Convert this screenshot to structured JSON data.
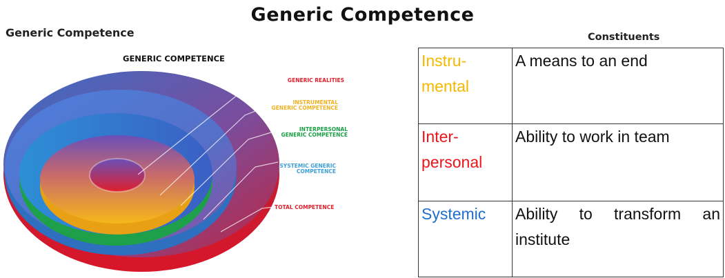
{
  "main_title": "Generic Competence",
  "left_title": "Generic Competence",
  "right_title": "Constituents",
  "diagram": {
    "caption": "GENERIC COMPETENCE",
    "labels": [
      {
        "id": "generic-realities",
        "text": "GENERIC REALITIES",
        "color": "#e0202a"
      },
      {
        "id": "instrumental",
        "text": "INSTRUMENTAL GENERIC COMPETENCE",
        "color": "#f0b21e"
      },
      {
        "id": "interpersonal",
        "text": "INTERPERSONAL GENERIC COMPETENCE",
        "color": "#1a9e45"
      },
      {
        "id": "systemic",
        "text": "SYSTEMIC GENERIC COMPETENCE",
        "color": "#3b9fd6"
      },
      {
        "id": "total",
        "text": "TOTAL COMPETENCE",
        "color": "#e0202a"
      }
    ]
  },
  "table": {
    "rows": [
      {
        "term": "Instru-mental",
        "term_line1": "Instru-",
        "term_line2": "mental",
        "color": "#f5b800",
        "description": "A means to an end"
      },
      {
        "term": "Inter-personal",
        "term_line1": "Inter-",
        "term_line2": "personal",
        "color": "#e8151b",
        "description": "Ability to work in team"
      },
      {
        "term": "Systemic",
        "term_line1": "Systemic",
        "term_line2": "",
        "color": "#1e6fd0",
        "description": "Ability to transform an institute"
      }
    ]
  }
}
